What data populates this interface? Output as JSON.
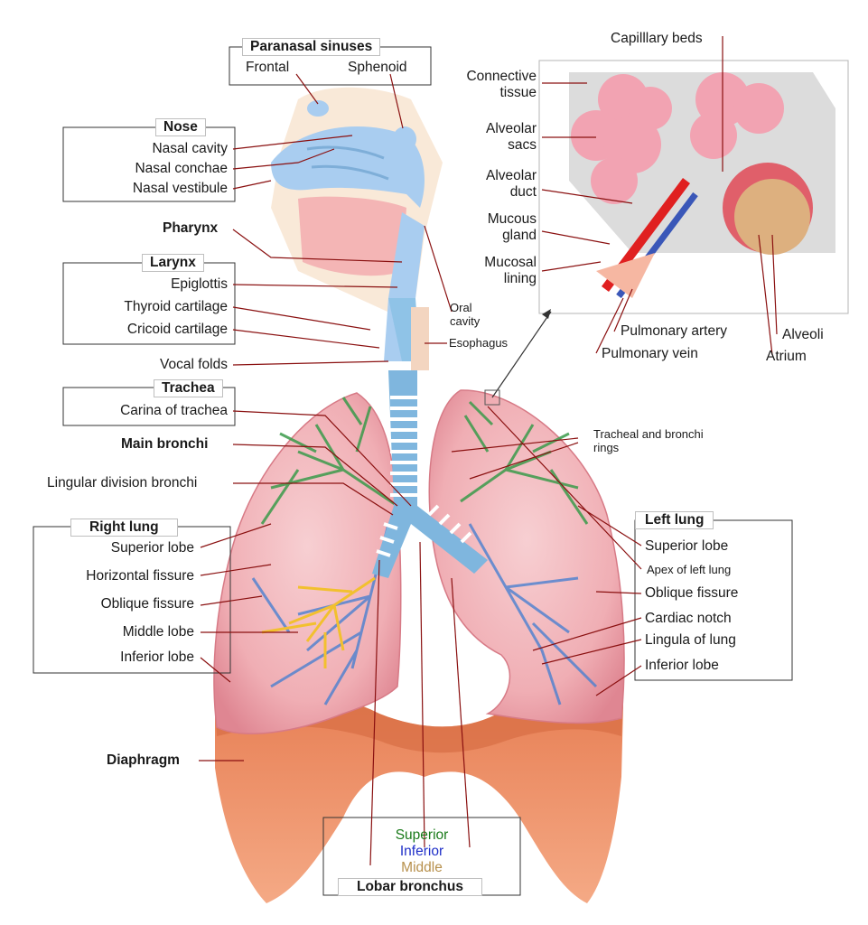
{
  "title": "",
  "groups": {
    "paranasal": {
      "heading": "Paranasal sinuses",
      "items": [
        "Frontal",
        "Sphenoid"
      ]
    },
    "nose": {
      "heading": "Nose",
      "items": [
        "Nasal cavity",
        "Nasal conchae",
        "Nasal vestibule"
      ]
    },
    "pharynx": {
      "heading": "Pharynx"
    },
    "larynx": {
      "heading": "Larynx",
      "items": [
        "Epiglottis",
        "Thyroid cartilage",
        "Cricoid cartilage",
        "Vocal folds"
      ]
    },
    "trachea": {
      "heading": "Trachea",
      "items": [
        "Carina of trachea"
      ]
    },
    "main_bronchi": {
      "heading": "Main bronchi"
    },
    "lingular": {
      "label": "Lingular division bronchi"
    },
    "right_lung": {
      "heading": "Right lung",
      "items": [
        "Superior lobe",
        "Horizontal fissure",
        "Oblique fissure",
        "Middle lobe",
        "Inferior lobe"
      ]
    },
    "left_lung": {
      "heading": "Left lung",
      "items": [
        "Superior lobe",
        "Apex of left lung",
        "Oblique fissure",
        "Cardiac notch",
        "Lingula of lung",
        "Inferior lobe"
      ]
    },
    "diaphragm": {
      "heading": "Diaphragm"
    },
    "lobar": {
      "heading": "Lobar bronchus",
      "items": [
        "Superior",
        "Inferior",
        "Middle"
      ]
    },
    "misc": {
      "oral_cavity": "Oral\ncavity",
      "esophagus": "Esophagus",
      "rings": "Tracheal and bronchi\nrings"
    },
    "inset": {
      "capillary": "Capilllary beds",
      "connective": "Connective\ntissue",
      "sacs": "Alveolar\nsacs",
      "duct": "Alveolar\nduct",
      "mucous": "Mucous\ngland",
      "mucosal": "Mucosal\nlining",
      "artery": "Pulmonary artery",
      "vein": "Pulmonary vein",
      "alveoli": "Alveoli",
      "atrium": "Atrium"
    }
  },
  "colors": {
    "lung": "#f0aeb4",
    "lung_edge": "#e38b95",
    "diaphragm": "#ee9368",
    "diaphragm_dark": "#d9744b",
    "nasal": "#a9cdf0",
    "trachea": "#8fc3e7",
    "bronchi_superior": "#3a9a4a",
    "bronchi_inferior": "#4a7fcf",
    "bronchi_middle": "#f2c02e",
    "lobar_superior": "#1a7a1a",
    "lobar_inferior": "#1f2fc8",
    "lobar_middle": "#b7904c",
    "leader": "#8a1010",
    "inset_bg": "#e8e8e8"
  }
}
